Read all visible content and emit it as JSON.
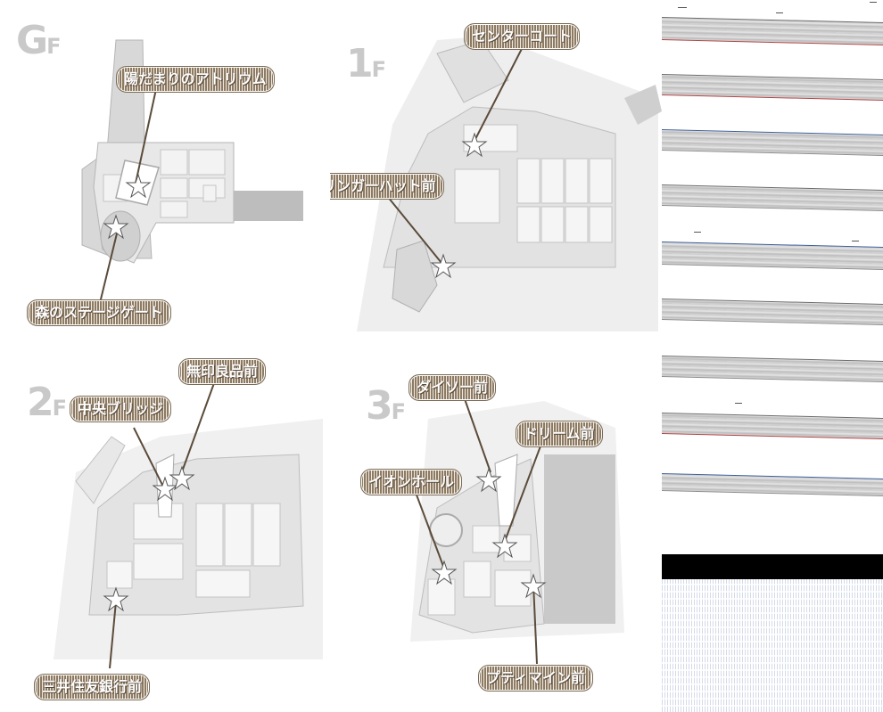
{
  "floors": [
    {
      "id": "gf",
      "label_main": "G",
      "label_sub": "F",
      "spots": [
        {
          "name": "陽だまりのアトリウム"
        },
        {
          "name": "森のステージゲート"
        }
      ]
    },
    {
      "id": "1f",
      "label_main": "1",
      "label_sub": "F",
      "spots": [
        {
          "name": "センターコート"
        },
        {
          "name": "リンガーハット前"
        }
      ]
    },
    {
      "id": "2f",
      "label_main": "2",
      "label_sub": "F",
      "spots": [
        {
          "name": "無印良品前"
        },
        {
          "name": "中央ブリッジ"
        },
        {
          "name": "三井住友銀行前"
        }
      ]
    },
    {
      "id": "3f",
      "label_main": "3",
      "label_sub": "F",
      "spots": [
        {
          "name": "ダイソー前"
        },
        {
          "name": "ドリーム前"
        },
        {
          "name": "イオンホール"
        },
        {
          "name": "プティマイン前"
        }
      ]
    }
  ],
  "colors": {
    "floor_gray": "#dcdcdc",
    "building_outline": "#bdbdbd",
    "label_brown": "#8c7a63",
    "star_fill": "#ffffff",
    "side_strip": "#cfcfcf",
    "black_bar": "#000000"
  }
}
